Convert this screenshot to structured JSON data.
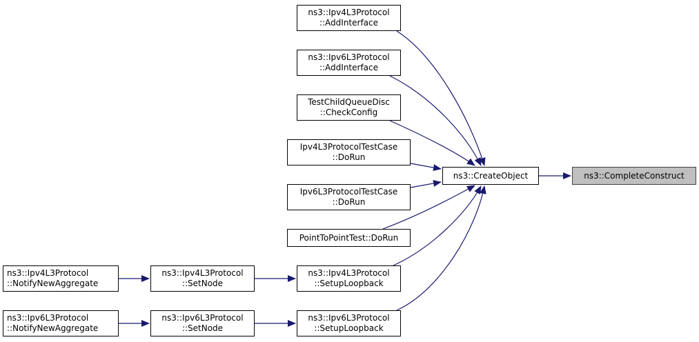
{
  "graph": {
    "title": "ns3::CompleteConstruct caller graph",
    "edge_color": "#191970",
    "highlight_color": "#bfbfbf",
    "nodes": {
      "complete_construct": {
        "lines": [
          "ns3::CompleteConstruct"
        ]
      },
      "create_object": {
        "lines": [
          "ns3::CreateObject"
        ]
      },
      "ipv4_add_interface": {
        "lines": [
          "ns3::Ipv4L3Protocol",
          "::AddInterface"
        ]
      },
      "ipv6_add_interface": {
        "lines": [
          "ns3::Ipv6L3Protocol",
          "::AddInterface"
        ]
      },
      "test_child_queue_disc": {
        "lines": [
          "TestChildQueueDisc",
          "::CheckConfig"
        ]
      },
      "ipv4_test_case": {
        "lines": [
          "Ipv4L3ProtocolTestCase",
          "::DoRun"
        ]
      },
      "ipv6_test_case": {
        "lines": [
          "Ipv6L3ProtocolTestCase",
          "::DoRun"
        ]
      },
      "p2p_test": {
        "lines": [
          "PointToPointTest::DoRun"
        ]
      },
      "ipv4_setup_loopback": {
        "lines": [
          "ns3::Ipv4L3Protocol",
          "::SetupLoopback"
        ]
      },
      "ipv6_setup_loopback": {
        "lines": [
          "ns3::Ipv6L3Protocol",
          "::SetupLoopback"
        ]
      },
      "ipv4_set_node": {
        "lines": [
          "ns3::Ipv4L3Protocol",
          "::SetNode"
        ]
      },
      "ipv6_set_node": {
        "lines": [
          "ns3::Ipv6L3Protocol",
          "::SetNode"
        ]
      },
      "ipv4_notify": {
        "lines": [
          "ns3::Ipv4L3Protocol",
          "::NotifyNewAggregate"
        ]
      },
      "ipv6_notify": {
        "lines": [
          "ns3::Ipv6L3Protocol",
          "::NotifyNewAggregate"
        ]
      }
    },
    "edges": [
      {
        "from": "create_object",
        "to": "complete_construct"
      },
      {
        "from": "ipv4_add_interface",
        "to": "create_object"
      },
      {
        "from": "ipv6_add_interface",
        "to": "create_object"
      },
      {
        "from": "test_child_queue_disc",
        "to": "create_object"
      },
      {
        "from": "ipv4_test_case",
        "to": "create_object"
      },
      {
        "from": "ipv6_test_case",
        "to": "create_object"
      },
      {
        "from": "p2p_test",
        "to": "create_object"
      },
      {
        "from": "ipv4_setup_loopback",
        "to": "create_object"
      },
      {
        "from": "ipv6_setup_loopback",
        "to": "create_object"
      },
      {
        "from": "ipv4_set_node",
        "to": "ipv4_setup_loopback"
      },
      {
        "from": "ipv6_set_node",
        "to": "ipv6_setup_loopback"
      },
      {
        "from": "ipv4_notify",
        "to": "ipv4_set_node"
      },
      {
        "from": "ipv6_notify",
        "to": "ipv6_set_node"
      }
    ]
  }
}
